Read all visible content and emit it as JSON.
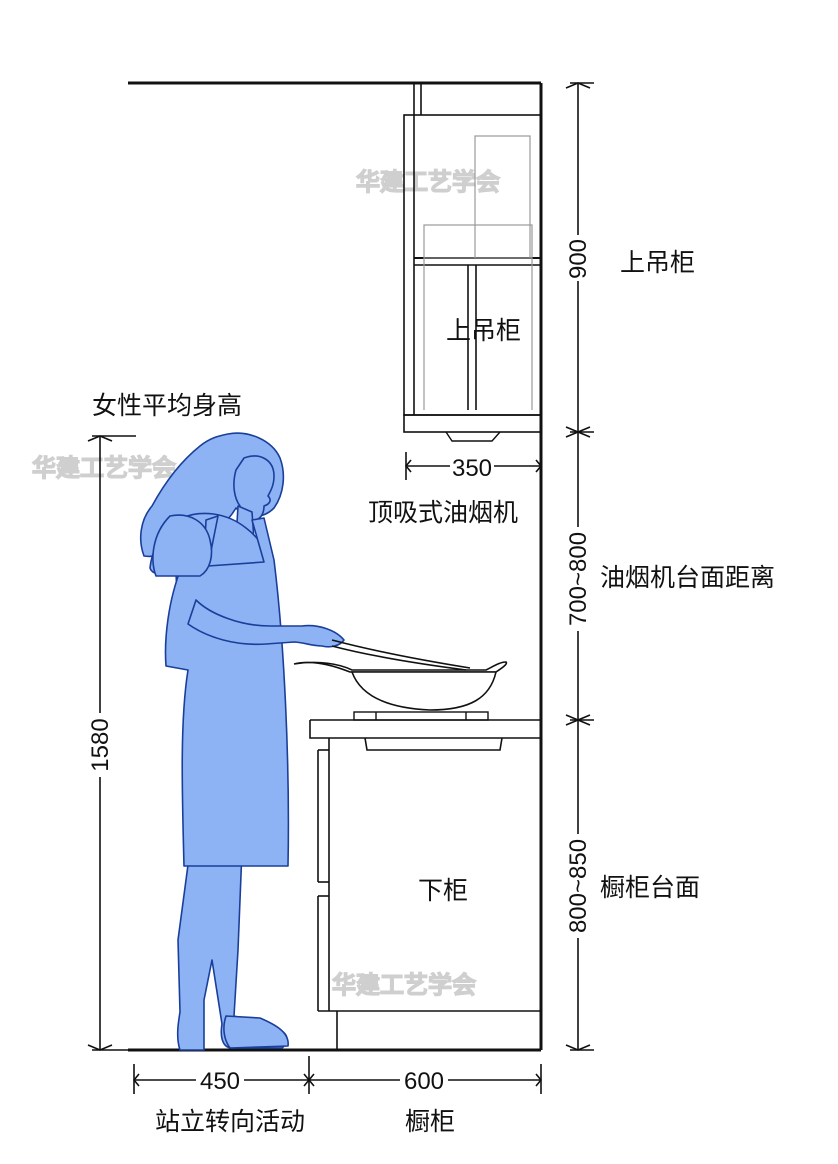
{
  "labels": {
    "upper_cabinet_side": "上吊柜",
    "upper_cabinet_inner": "上吊柜",
    "female_height": "女性平均身高",
    "hood": "顶吸式油烟机",
    "hood_distance": "油烟机台面距离",
    "lower_cabinet": "下柜",
    "counter_surface": "橱柜台面",
    "standing_area": "站立转向活动",
    "cabinet": "橱柜"
  },
  "dimensions": {
    "upper_height": "900",
    "hood_to_counter": "700~800",
    "counter_height": "800~850",
    "person_height": "1580",
    "hood_depth": "350",
    "standing_width": "450",
    "cabinet_depth": "600"
  },
  "watermark": "华建工艺学会",
  "colors": {
    "figure_fill": "#8db3f5",
    "figure_stroke": "#1a3f9a",
    "line": "#111111"
  }
}
